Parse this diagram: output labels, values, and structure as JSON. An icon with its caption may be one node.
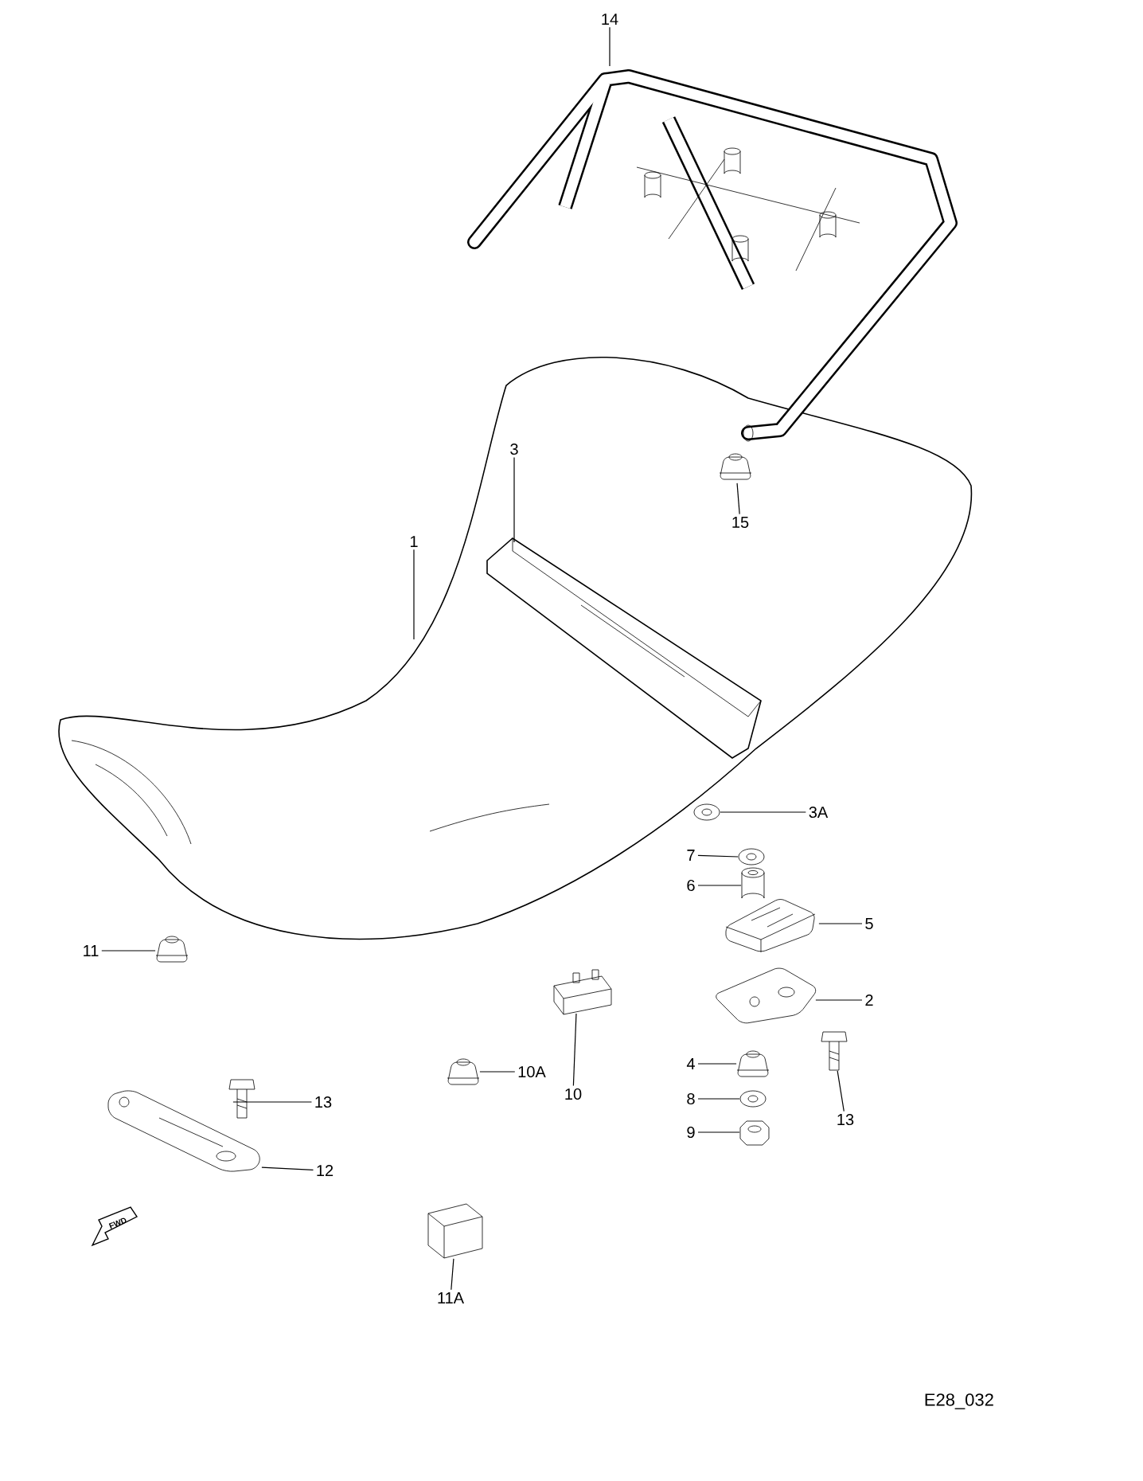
{
  "diagram": {
    "nodes": [
      {
        "text": [
          "1"
        ]
      },
      {
        "text": [],
        "shape": "picture"
      },
      {
        "text": [
          "14"
        ]
      },
      {
        "text": [],
        "shape": "picture"
      },
      {
        "text": [
          "3"
        ],
        "in": 1
      },
      {
        "text": [],
        "shape": "picture",
        "in": 1
      },
      {
        "text": [
          "15"
        ],
        "in": 1
      },
      {
        "text": [],
        "shape": "picture",
        "in": 1
      },
      {
        "text": [
          "3A"
        ]
      },
      {
        "text": [],
        "shape": "picture"
      },
      {
        "text": [
          "7"
        ]
      },
      {
        "text": [],
        "shape": "picture"
      },
      {
        "text": [
          "6"
        ]
      },
      {
        "text": [],
        "shape": "picture"
      },
      {
        "text": [
          "5"
        ]
      },
      {
        "text": [],
        "shape": "picture"
      },
      {
        "text": [
          "2"
        ]
      },
      {
        "text": [],
        "shape": "picture"
      },
      {
        "text": [
          "4"
        ]
      },
      {
        "text": [],
        "shape": "picture"
      },
      {
        "text": [
          "8"
        ]
      },
      {
        "text": [],
        "shape": "picture"
      },
      {
        "text": [
          "9"
        ]
      },
      {
        "text": [],
        "shape": "picture"
      },
      {
        "text": [
          "13"
        ]
      },
      {
        "text": [],
        "shape": "picture"
      },
      {
        "text": [
          "11"
        ]
      },
      {
        "text": [],
        "shape": "picture"
      },
      {
        "text": [
          "10A"
        ]
      },
      {
        "text": [],
        "shape": "picture"
      },
      {
        "text": [
          "10"
        ]
      },
      {
        "text": [],
        "shape": "picture"
      },
      {
        "text": [
          "13"
        ]
      },
      {
        "text": [],
        "shape": "picture"
      },
      {
        "text": [
          "12"
        ]
      },
      {
        "text": [],
        "shape": "picture"
      },
      {
        "text": [
          "11A"
        ]
      },
      {
        "text": [],
        "shape": "picture"
      }
    ],
    "edges": [
      {
        "from": 0,
        "to": 1,
        "arrow": "none"
      },
      {
        "from": 2,
        "to": 3,
        "arrow": "none"
      },
      {
        "from": 4,
        "to": 5,
        "arrow": "none"
      },
      {
        "from": 6,
        "to": 7,
        "arrow": "none"
      },
      {
        "from": 8,
        "to": 9,
        "arrow": "none"
      },
      {
        "from": 10,
        "to": 11,
        "arrow": "none"
      },
      {
        "from": 12,
        "to": 13,
        "arrow": "none"
      },
      {
        "from": 14,
        "to": 15,
        "arrow": "none"
      },
      {
        "from": 16,
        "to": 17,
        "arrow": "none"
      },
      {
        "from": 18,
        "to": 19,
        "arrow": "none"
      },
      {
        "from": 20,
        "to": 21,
        "arrow": "none"
      },
      {
        "from": 22,
        "to": 23,
        "arrow": "none"
      },
      {
        "from": 24,
        "to": 25,
        "arrow": "none"
      },
      {
        "from": 26,
        "to": 27,
        "arrow": "none"
      },
      {
        "from": 28,
        "to": 29,
        "arrow": "none"
      },
      {
        "from": 30,
        "to": 31,
        "arrow": "none"
      },
      {
        "from": 32,
        "to": 33,
        "arrow": "none"
      },
      {
        "from": 34,
        "to": 35,
        "arrow": "none"
      },
      {
        "from": 36,
        "to": 37,
        "arrow": "none"
      }
    ],
    "labels": [
      "FWD",
      "E28_032"
    ]
  }
}
